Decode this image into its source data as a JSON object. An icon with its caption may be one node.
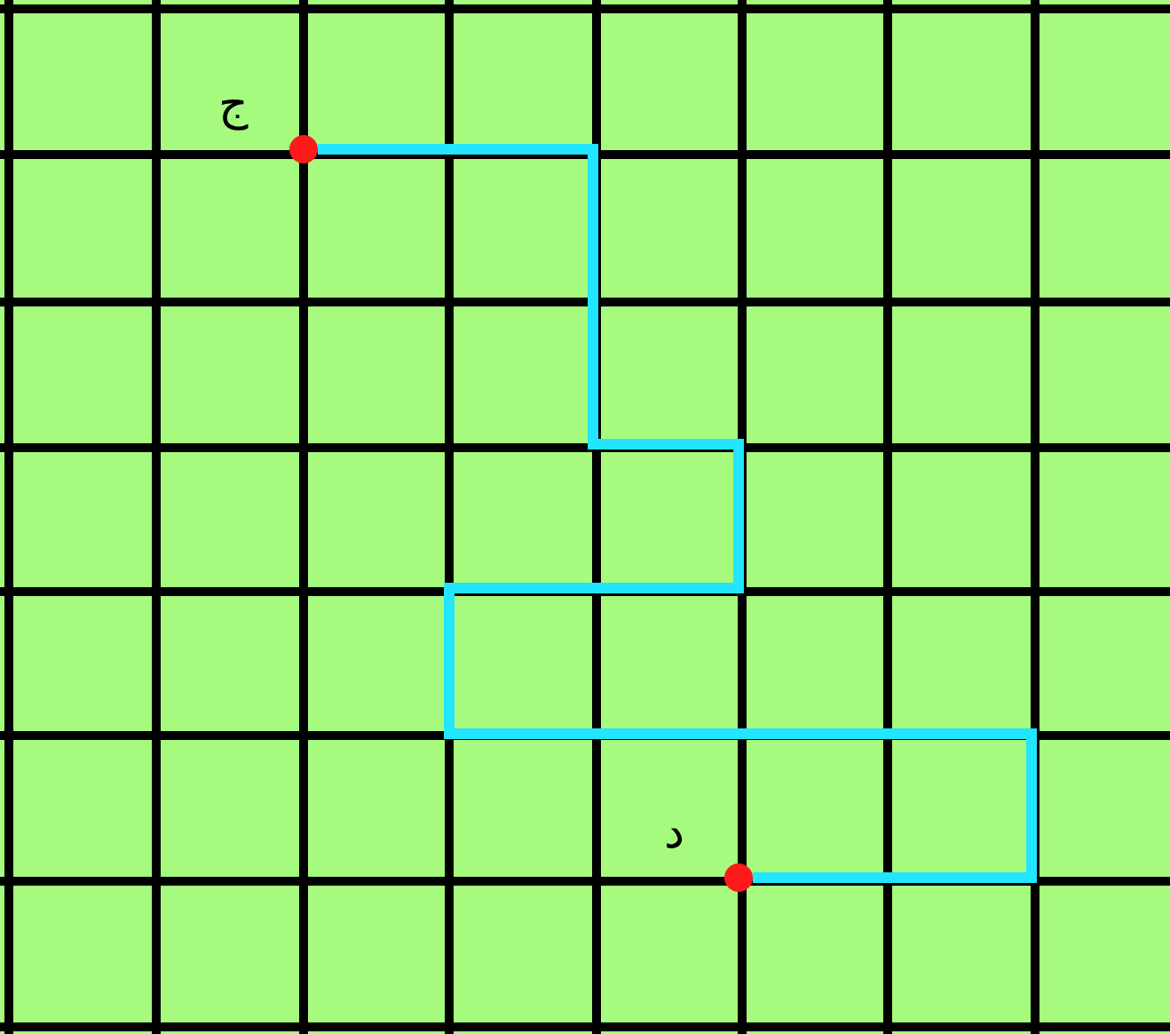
{
  "diagram": {
    "nodes": [
      {
        "text": [],
        "shape": "circle",
        "beside": [
          "ج"
        ]
      },
      {
        "text": [],
        "shape": "circle",
        "beside": [
          "د"
        ]
      }
    ],
    "edges": [
      {
        "from": 0,
        "to": 1,
        "arrow": "none",
        "color": "#22e5ff"
      }
    ]
  }
}
